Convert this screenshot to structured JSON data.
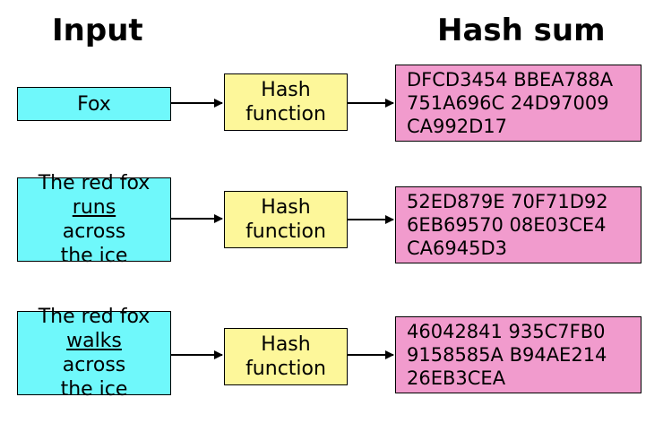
{
  "headers": {
    "input": "Input",
    "hash_sum": "Hash sum"
  },
  "rows": [
    {
      "input_lines": [
        [
          "Fox"
        ]
      ],
      "function_lines": [
        "Hash",
        "function"
      ],
      "hash_lines": [
        "DFCD3454 BBEA788A",
        "751A696C 24D97009",
        "CA992D17"
      ]
    },
    {
      "input_lines": [
        [
          "The red fox"
        ],
        [
          "runs",
          " across"
        ],
        [
          "the ice"
        ]
      ],
      "function_lines": [
        "Hash",
        "function"
      ],
      "hash_lines": [
        "52ED879E 70F71D92",
        "6EB69570 08E03CE4",
        "CA6945D3"
      ]
    },
    {
      "input_lines": [
        [
          "The red fox"
        ],
        [
          "walks",
          " across"
        ],
        [
          "the ice"
        ]
      ],
      "function_lines": [
        "Hash",
        "function"
      ],
      "hash_lines": [
        "46042841 935C7FB0",
        "9158585A B94AE214",
        "26EB3CEA"
      ]
    }
  ],
  "colors": {
    "input_fill": "#6ff8fb",
    "function_fill": "#fdf79a",
    "hash_fill": "#f19bcd"
  }
}
